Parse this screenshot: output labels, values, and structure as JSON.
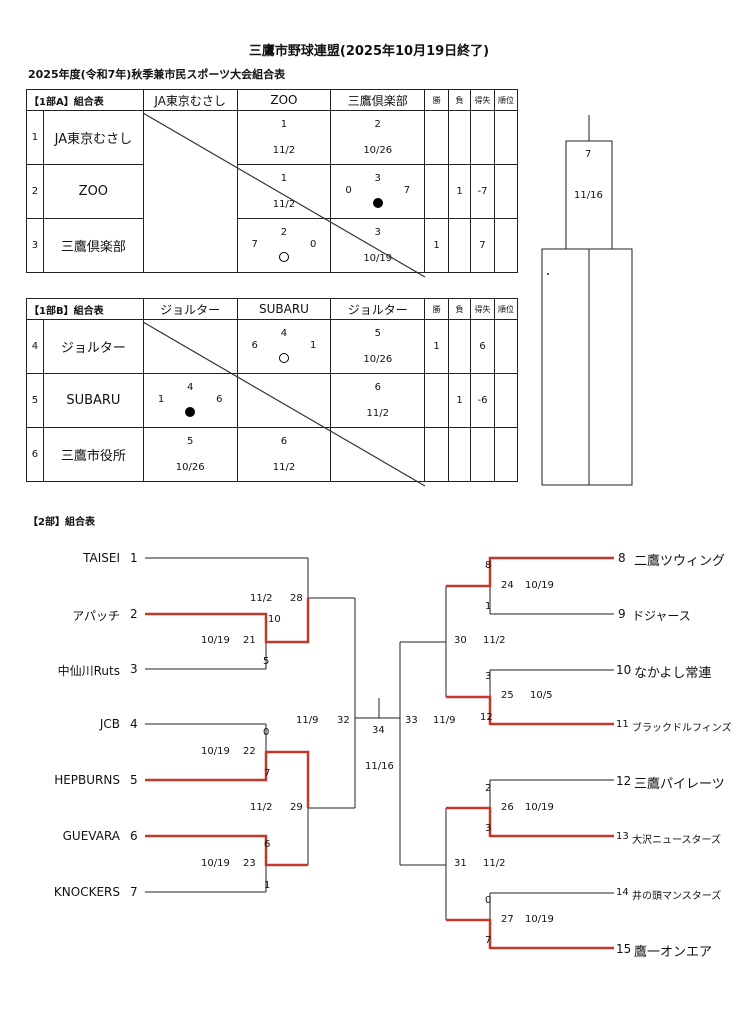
{
  "title": "三鷹市野球連盟(2025年10月19日終了)",
  "subtitle": "2025年度(令和7年)秋季兼市民スポーツ大会組合表",
  "league_a": {
    "header_label": "【1部A】組合表",
    "col_teams": [
      "JA東京むさし",
      "ZOO",
      "三鷹倶楽部"
    ],
    "col_win": "勝",
    "col_loss": "負",
    "col_diff": "得失",
    "col_rank": "順位",
    "rows": [
      {
        "no": "1",
        "team": "JA東京むさし",
        "win": "",
        "loss": "",
        "diff": "",
        "rank": "",
        "cells": [
          null,
          {
            "game": "1",
            "date": "11/2"
          },
          {
            "game": "2",
            "date": "10/26"
          }
        ]
      },
      {
        "no": "2",
        "team": "ZOO",
        "win": "",
        "loss": "1",
        "diff": "-7",
        "rank": "",
        "cells": [
          {
            "game": "1",
            "date": "11/2"
          },
          null,
          {
            "game": "3",
            "left": "0",
            "right": "7",
            "mark": "loss"
          }
        ]
      },
      {
        "no": "3",
        "team": "三鷹倶楽部",
        "win": "1",
        "loss": "",
        "diff": "7",
        "rank": "",
        "cells": [
          {
            "game": "2",
            "left": "7",
            "right": "0",
            "mark": "win"
          },
          {
            "game": "3",
            "date": "10/19"
          },
          null
        ]
      }
    ]
  },
  "league_b": {
    "header_label": "【1部B】組合表",
    "col_teams": [
      "ジョルター",
      "SUBARU",
      "ジョルター"
    ],
    "col_win": "勝",
    "col_loss": "負",
    "col_diff": "得失",
    "col_rank": "順位",
    "rows": [
      {
        "no": "4",
        "team": "ジョルター",
        "win": "1",
        "loss": "",
        "diff": "6",
        "rank": "",
        "cells": [
          null,
          {
            "game": "4",
            "left": "6",
            "right": "1",
            "mark": "win"
          },
          {
            "game": "5",
            "date": "10/26"
          }
        ]
      },
      {
        "no": "5",
        "team": "SUBARU",
        "win": "",
        "loss": "1",
        "diff": "-6",
        "rank": "",
        "cells": [
          {
            "game": "4",
            "left": "1",
            "right": "6",
            "mark": "loss"
          },
          null,
          {
            "game": "6",
            "date": "11/2"
          }
        ]
      },
      {
        "no": "6",
        "team": "三鷹市役所",
        "win": "",
        "loss": "",
        "diff": "",
        "rank": "",
        "cells": [
          {
            "game": "5",
            "date": "10/26"
          },
          {
            "game": "6",
            "date": "11/2"
          },
          null
        ]
      }
    ]
  },
  "final_1bu": {
    "game": "7",
    "date": "11/16"
  },
  "section2_label": "【2部】組合表",
  "bracket2": {
    "left_teams": [
      {
        "name": "TAISEI",
        "no": "1"
      },
      {
        "name": "アパッチ",
        "no": "2"
      },
      {
        "name": "中仙川Ruts",
        "no": "3"
      },
      {
        "name": "JCB",
        "no": "4"
      },
      {
        "name": "HEPBURNS",
        "no": "5"
      },
      {
        "name": "GUEVARA",
        "no": "6"
      },
      {
        "name": "KNOCKERS",
        "no": "7"
      }
    ],
    "right_teams": [
      {
        "no": "8",
        "name": "二鷹ツウィング"
      },
      {
        "no": "9",
        "name": "ドジャース"
      },
      {
        "no": "10",
        "name": "なかよし常連"
      },
      {
        "no": "11",
        "name": "ブラックドルフィンズ"
      },
      {
        "no": "12",
        "name": "三鷹パイレーツ"
      },
      {
        "no": "13",
        "name": "大沢ニュースターズ"
      },
      {
        "no": "14",
        "name": "井の頭マンスターズ"
      },
      {
        "no": "15",
        "name": "鷹一オンエア"
      }
    ],
    "labels": {
      "g21_date": "10/19",
      "g21": "21",
      "g21_s_top": "10",
      "g21_s_bot": "5",
      "g22_date": "10/19",
      "g22": "22",
      "g22_s_top": "0",
      "g22_s_bot": "7",
      "g23_date": "10/19",
      "g23": "23",
      "g23_s_top": "6",
      "g23_s_bot": "1",
      "g28_date": "11/2",
      "g28": "28",
      "g29_date": "11/2",
      "g29": "29",
      "g32_date": "11/9",
      "g32": "32",
      "g34": "34",
      "g34_date": "11/16",
      "g33": "33",
      "g33_date": "11/9",
      "g30": "30",
      "g30_date": "11/2",
      "g31": "31",
      "g31_date": "11/2",
      "g24": "24",
      "g24_date": "10/19",
      "g24_s_top": "8",
      "g24_s_bot": "1",
      "g25": "25",
      "g25_date": "10/5",
      "g25_s_top": "3",
      "g25_s_bot": "12",
      "g26": "26",
      "g26_date": "10/19",
      "g26_s_top": "2",
      "g26_s_bot": "3",
      "g27": "27",
      "g27_date": "10/19",
      "g27_s_top": "0",
      "g27_s_bot": "7"
    },
    "colors": {
      "line": "#222222",
      "winner": "#c0392b"
    }
  }
}
